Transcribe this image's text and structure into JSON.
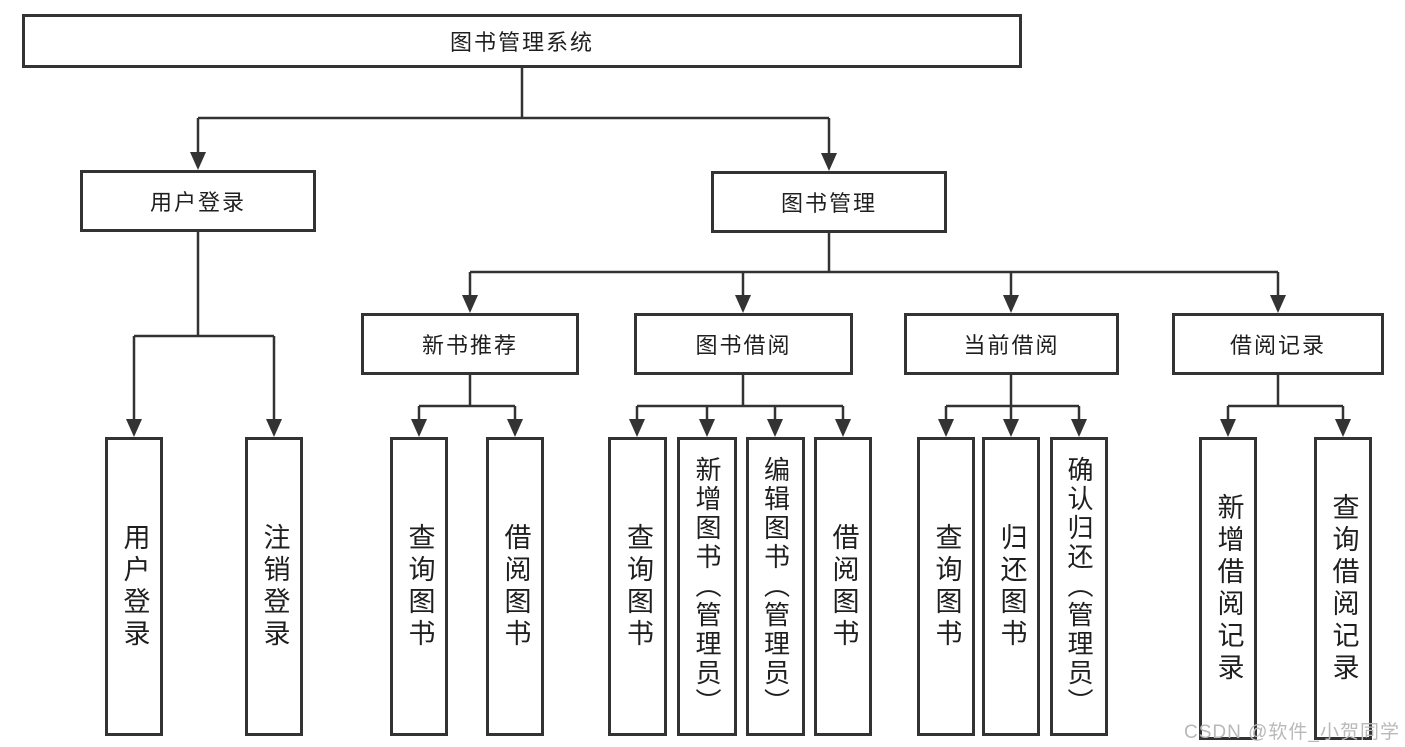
{
  "diagram": {
    "root": "图书管理系统",
    "branches": [
      {
        "label": "用户登录",
        "children": [
          {
            "label": "用户登录"
          },
          {
            "label": "注销登录"
          }
        ]
      },
      {
        "label": "图书管理",
        "children": [
          {
            "label": "新书推荐",
            "children": [
              {
                "label": "查询图书"
              },
              {
                "label": "借阅图书"
              }
            ]
          },
          {
            "label": "图书借阅",
            "children": [
              {
                "label": "查询图书"
              },
              {
                "label": "新增图书（管理员）"
              },
              {
                "label": "编辑图书（管理员）"
              },
              {
                "label": "借阅图书"
              }
            ]
          },
          {
            "label": "当前借阅",
            "children": [
              {
                "label": "查询图书"
              },
              {
                "label": "归还图书"
              },
              {
                "label": "确认归还（管理员）"
              }
            ]
          },
          {
            "label": "借阅记录",
            "children": [
              {
                "label": "新增借阅记录"
              },
              {
                "label": "查询借阅记录"
              }
            ]
          }
        ]
      }
    ]
  },
  "watermark": {
    "text": "CSDN @软件_小贺同学"
  },
  "colors": {
    "line": "#333333",
    "box_border": "#333333",
    "box_background": "#ffffff",
    "text": "#1f1f1f",
    "watermark": "#b9b9b9"
  }
}
